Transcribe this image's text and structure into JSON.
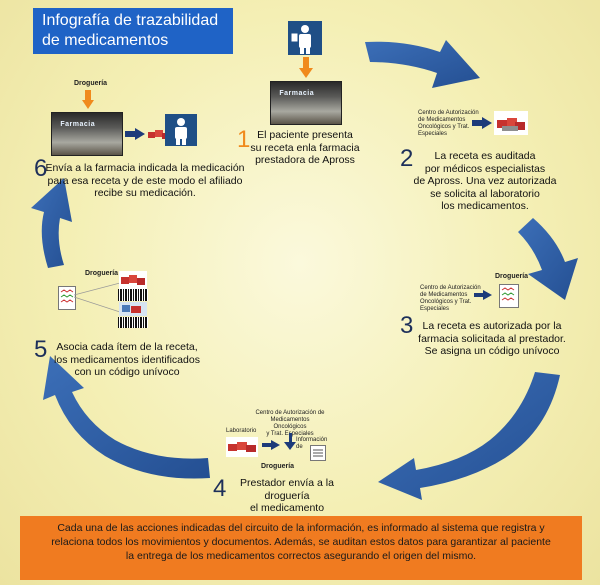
{
  "title": {
    "line1": "Infografía de trazabilidad",
    "line2": "de medicamentos"
  },
  "steps": [
    {
      "number": "1",
      "lines": [
        "El paciente presenta",
        "su receta enla farmacia",
        "prestadora de Apross"
      ]
    },
    {
      "number": "2",
      "lines": [
        "La receta es auditada",
        "por médicos especialistas",
        "de Apross. Una vez autorizada",
        "se solicita al laboratorio",
        "los medicamentos."
      ]
    },
    {
      "number": "3",
      "lines": [
        "La receta es autorizada por la",
        "farmacia solicitada al prestador.",
        "Se asigna un código unívoco"
      ]
    },
    {
      "number": "4",
      "lines": [
        "Prestador envía a la droguería",
        "el medicamento"
      ]
    },
    {
      "number": "5",
      "lines": [
        "Asocia cada ítem de la receta,",
        "los medicamentos identificados",
        "con un código unívoco"
      ]
    },
    {
      "number": "6",
      "lines": [
        "Envía a la farmacia indicada la medicación",
        "para esa receta y de este modo el afiliado",
        "recibe su medicación."
      ]
    }
  ],
  "labels": {
    "drogueria": "Droguería",
    "centro": [
      "Centro de Autorización",
      "de Medicamentos",
      "Oncológicos y Trat.",
      "Especiales"
    ],
    "centro4": [
      "Centro de Autorización de",
      "Medicamentos Oncológicos",
      "y Trat. Especiales"
    ],
    "laboratorio": "Laboratorio",
    "informacion": [
      "Información",
      "de"
    ],
    "sign": "Farmacia"
  },
  "footer": {
    "lines": [
      "Cada una de las acciones indicadas del circuito de la información, es informado al sistema que registra y",
      "relaciona todos los movimientos y documentos. Además, se auditan estos datos para garantizar al paciente",
      "la entrega de los medicamentos correctos asegurando el origen del mismo."
    ]
  },
  "colors": {
    "title_bg": "#1f63c6",
    "arrow_blue": "#2d5fa6",
    "accent_orange": "#f08a1c",
    "footer_bg": "#f07b20"
  },
  "icons": [
    "person-icon",
    "pharmacy-photo",
    "medicine-boxes",
    "barcode-icon",
    "document-icon",
    "arrow-icon"
  ]
}
